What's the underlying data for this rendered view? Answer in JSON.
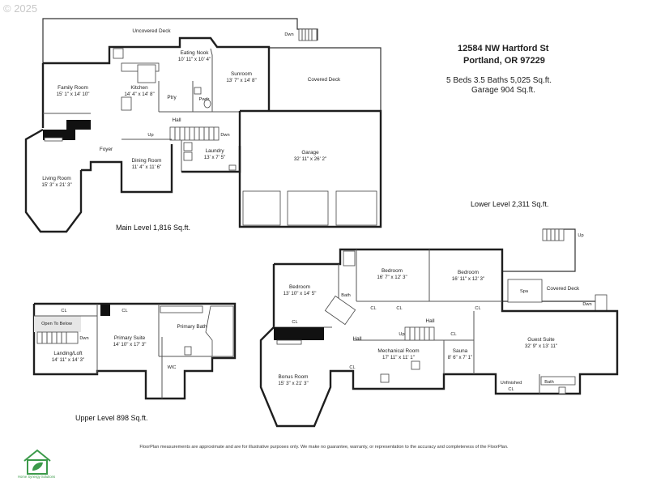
{
  "copyright": "© 2025",
  "header": {
    "address_line1": "12584 NW Hartford St",
    "address_line2": "Portland, OR 97229",
    "summary_line1": "5 Beds  3.5 Baths  5,025 Sq.ft.",
    "summary_line2": "Garage  904 Sq.ft."
  },
  "levels": {
    "main": "Main Level  1,816 Sq.ft.",
    "lower": "Lower Level  2,311 Sq.ft.",
    "upper": "Upper Level  898 Sq.ft."
  },
  "main_level": {
    "uncovered_deck": "Uncovered Deck",
    "dwn_deck": "Dwn",
    "eating_nook": "Eating Nook",
    "eating_nook_dim": "10' 11\" x 10' 4\"",
    "sunroom": "Sunroom",
    "sunroom_dim": "13' 7\" x 14' 8\"",
    "covered_deck": "Covered Deck",
    "family_room": "Family Room",
    "family_room_dim": "15' 1\" x 14' 10\"",
    "kitchen": "Kitchen",
    "kitchen_dim": "14' 4\" x 14' 8\"",
    "pantry": "Ptry",
    "powder": "Pwdr",
    "hall": "Hall",
    "up": "Up",
    "dwn": "Dwn",
    "foyer": "Foyer",
    "laundry": "Laundry",
    "laundry_dim": "13' x 7' 5\"",
    "garage": "Garage",
    "garage_dim": "32' 11\" x 26' 2\"",
    "dining_room": "Dining Room",
    "dining_room_dim": "11' 4\" x 11' 6\"",
    "living_room": "Living Room",
    "living_room_dim": "15' 3\" x 21' 3\""
  },
  "lower_level": {
    "up_stair": "Up",
    "covered_deck": "Covered Deck",
    "spa": "Spa",
    "dwn": "Dwn",
    "bedroom1": "Bedroom",
    "bedroom1_dim": "16' 7\" x 12' 3\"",
    "bedroom2": "Bedroom",
    "bedroom2_dim": "16' 11\" x 12' 3\"",
    "bedroom3": "Bedroom",
    "bedroom3_dim": "13' 10\" x 14' 5\"",
    "bath": "Bath",
    "cl": "CL",
    "hall": "Hall",
    "up": "Up",
    "mechanical": "Mechanical Room",
    "mechanical_dim": "17' 11\" x 11' 1\"",
    "sauna": "Sauna",
    "sauna_dim": "8' 6\" x 7' 1\"",
    "guest_suite": "Guest Suite",
    "guest_suite_dim": "32' 9\" x 13' 11\"",
    "unfinished_cl_line1": "Unfinished",
    "unfinished_cl_line2": "CL",
    "bonus_room": "Bonus Room",
    "bonus_room_dim": "15' 3\" x 21' 3\""
  },
  "upper_level": {
    "cl": "CL",
    "open_to_below": "Open To Below",
    "dwn": "Dwn",
    "landing": "Landing/Loft",
    "landing_dim": "14' 11\" x 14' 3\"",
    "primary_suite": "Primary Suite",
    "primary_suite_dim": "14' 10\" x 17' 3\"",
    "primary_bath": "Primary Bath",
    "wic": "WIC"
  },
  "disclaimer": "FloorPlan measurements are approximate and are for illustrative purposes only. We make no guarantee, warranty, or representation to the accuracy and completeness of the FloorPlan.",
  "logo_text": "Home Synergy Solutions",
  "colors": {
    "wall": "#1e1e1e",
    "logo": "#3c9a4a",
    "copyright": "#c8c8c8"
  }
}
